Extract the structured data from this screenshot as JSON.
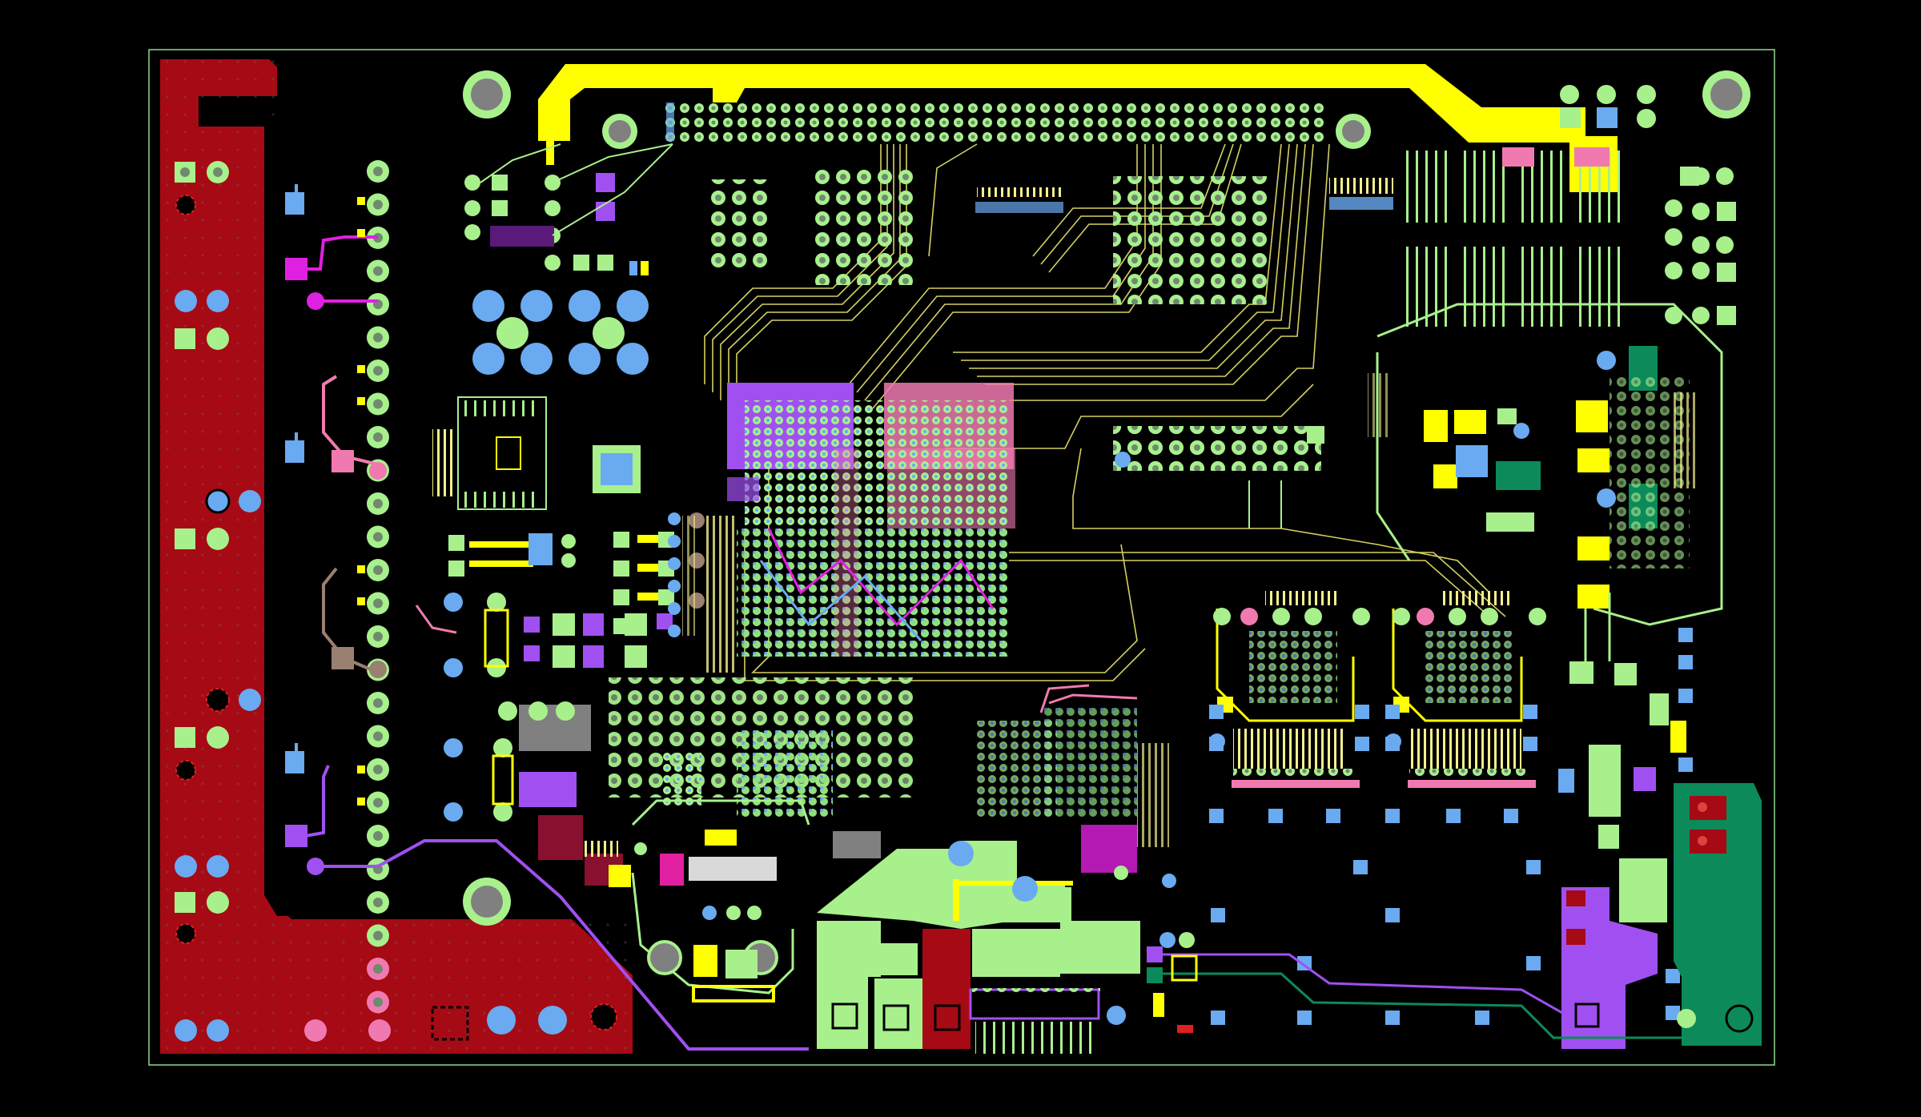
{
  "view": {
    "kind": "pcb-layout",
    "background": "#000000",
    "board_outline_color": "#8fd98f"
  },
  "layers": [
    {
      "name": "gnd-pour-left",
      "color": "#a60a14"
    },
    {
      "name": "power-trace",
      "color": "#ffff00"
    },
    {
      "name": "signal-green",
      "color": "#a8f08c"
    },
    {
      "name": "signal-blue",
      "color": "#6aaaf0"
    },
    {
      "name": "signal-magenta",
      "color": "#e020e0"
    },
    {
      "name": "signal-purple",
      "color": "#a050f0"
    },
    {
      "name": "signal-pink",
      "color": "#f07ab0"
    },
    {
      "name": "signal-brown",
      "color": "#9a8070"
    },
    {
      "name": "signal-darkgreen",
      "color": "#0c8a5a"
    },
    {
      "name": "pour-gray",
      "color": "#808080"
    }
  ],
  "regions": {
    "bga_main": "main-bga",
    "connector_top": "top-header",
    "power_left": "left-power-pour",
    "analog_right": "right-analog"
  }
}
